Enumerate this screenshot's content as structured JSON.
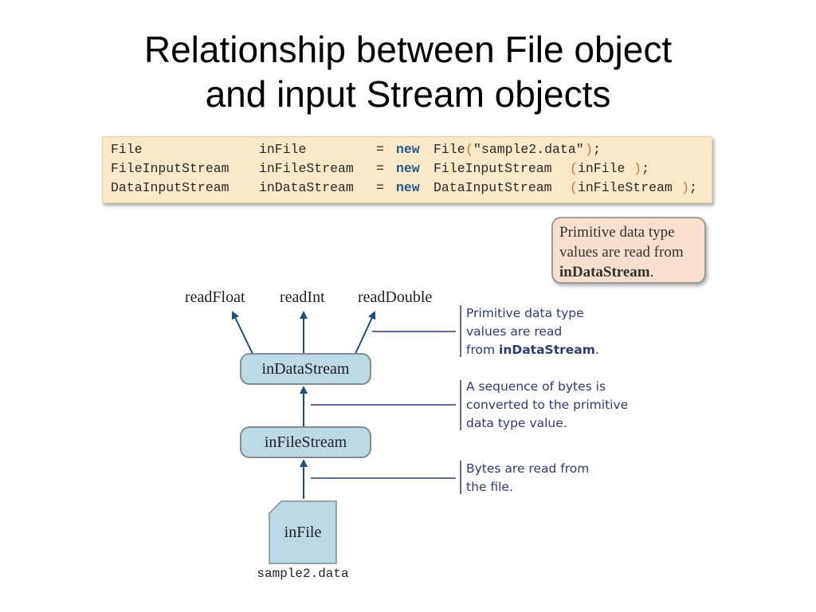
{
  "title": {
    "line1": "Relationship between File object",
    "line2": "and input Stream objects"
  },
  "code": [
    {
      "type": "File",
      "var": "inFile",
      "eq": "=",
      "kw": "new",
      "ctor": "File",
      "open": "(",
      "arg": "\"sample2.data\"",
      "close": ")",
      "semi": ";"
    },
    {
      "type": "FileInputStream",
      "var": "inFileStream",
      "eq": "=",
      "kw": "new",
      "ctor": "FileInputStream",
      "open": "(",
      "arg": "inFile",
      "close": ")",
      "semi": ";"
    },
    {
      "type": "DataInputStream",
      "var": "inDataStream",
      "eq": "=",
      "kw": "new",
      "ctor": "DataInputStream",
      "open": "(",
      "arg": "inFileStream",
      "close": ")",
      "semi": ";"
    }
  ],
  "note": {
    "line1": "Primitive data type",
    "line2": "values are read from",
    "line3_bold": "inDataStream",
    "line3_rest": "."
  },
  "methods": [
    "readFloat",
    "readInt",
    "readDouble"
  ],
  "nodes": {
    "data_stream": "inDataStream",
    "file_stream": "inFileStream",
    "file": "inFile",
    "file_name": "sample2.data"
  },
  "annotations": {
    "top": {
      "line1": "Primitive data type",
      "line2": "values are read",
      "line3_prefix": "from ",
      "line3_bold": "inDataStream",
      "line3_suffix": "."
    },
    "middle": {
      "line1": "A sequence of bytes is",
      "line2": "converted to the primitive",
      "line3": "data type value."
    },
    "bottom": {
      "line1": "Bytes are read from",
      "line2": "the file."
    }
  },
  "colors": {
    "code_bg": "#fbe8c8",
    "keyword": "#1f5a88",
    "node_fill": "#bcd9e6",
    "note_fill": "#f9dfcd",
    "arrow": "#1d4f7a",
    "annotation_text": "#2e3b74"
  }
}
